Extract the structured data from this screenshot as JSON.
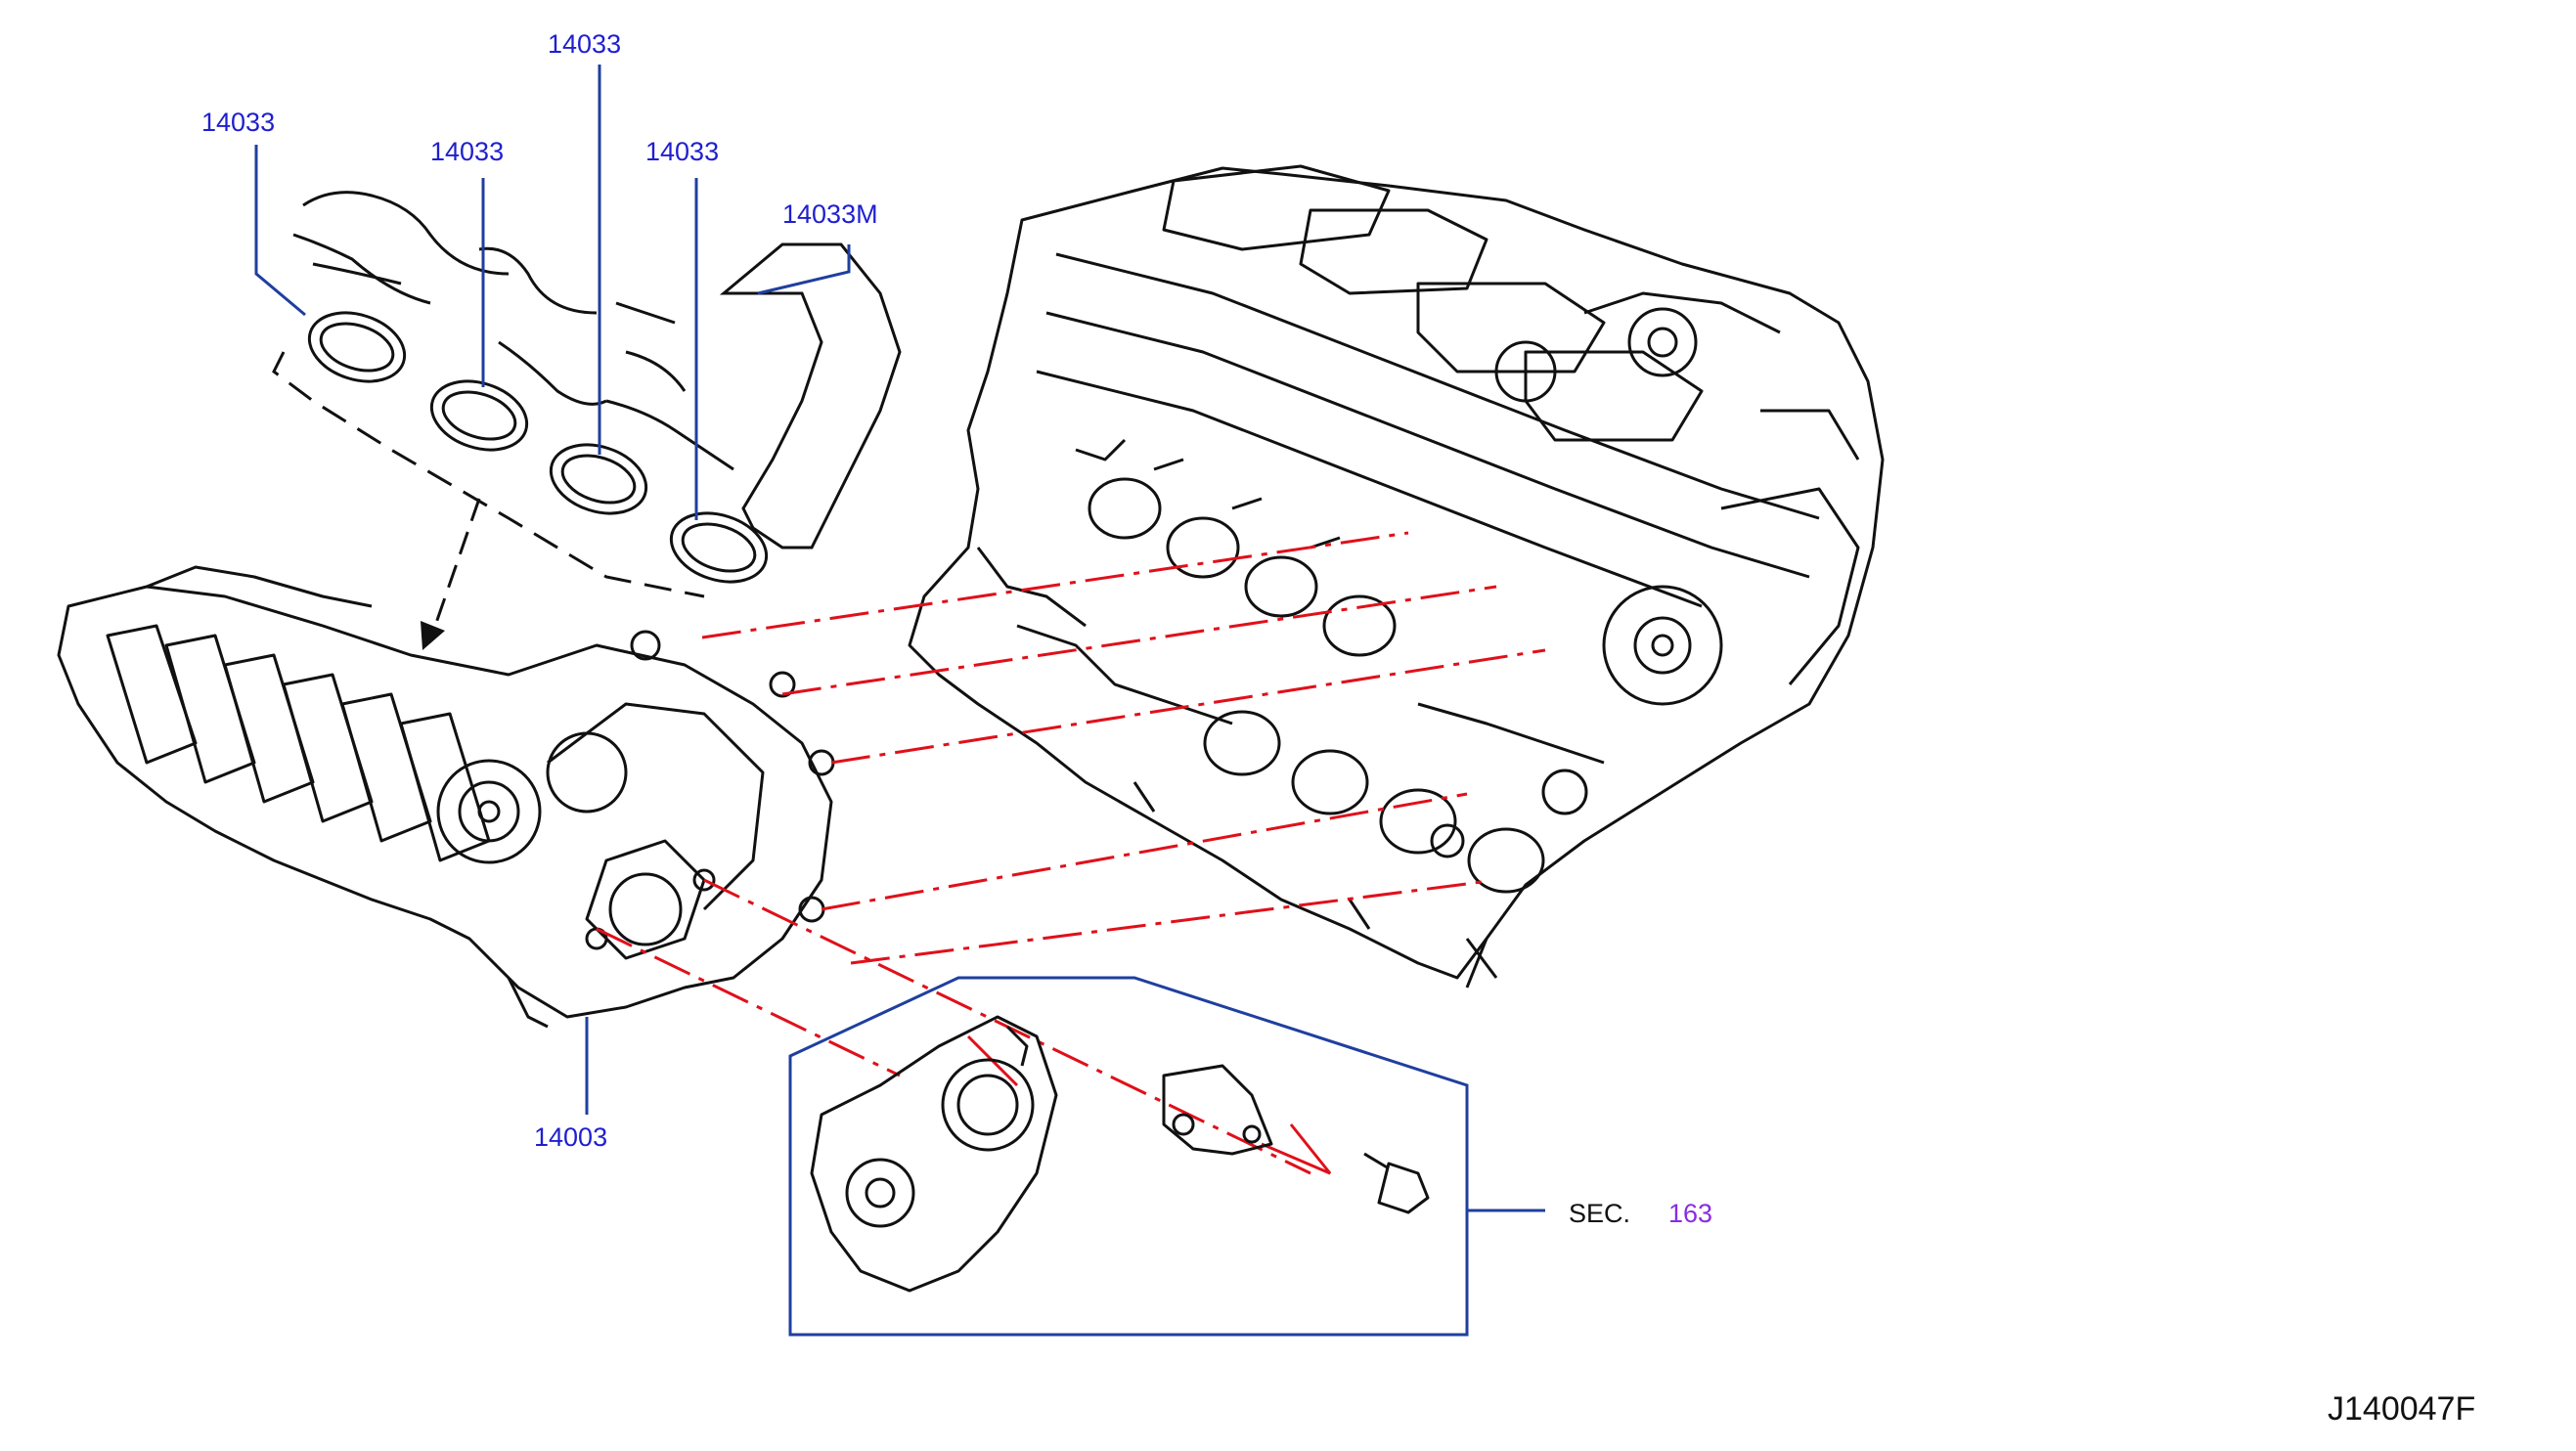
{
  "diagram": {
    "figure_code": "J140047F",
    "section_reference": {
      "label": "SEC.",
      "number": "163"
    },
    "callouts": [
      {
        "id": "gasket-runner-1",
        "part_number": "14033"
      },
      {
        "id": "gasket-runner-2",
        "part_number": "14033"
      },
      {
        "id": "gasket-runner-3",
        "part_number": "14033"
      },
      {
        "id": "gasket-runner-4",
        "part_number": "14033"
      },
      {
        "id": "gasket-set",
        "part_number": "14033M"
      },
      {
        "id": "intake-manifold",
        "part_number": "14003"
      }
    ],
    "colors": {
      "part_number_text": "#1f1fd0",
      "leader_line": "#1f3f9f",
      "assembly_line": "#e0101a",
      "section_number_text": "#8a2be2",
      "drawing_ink": "#111111"
    }
  }
}
